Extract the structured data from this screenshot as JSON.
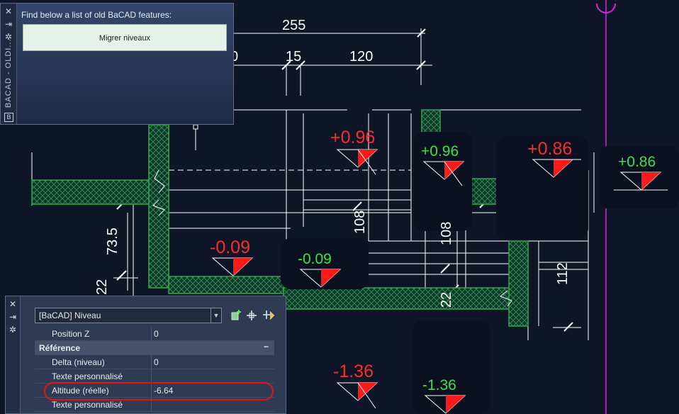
{
  "drawing": {
    "dims": [
      "255",
      "0",
      "15",
      "120",
      "73.5",
      "108",
      "108",
      "22",
      "22",
      "112"
    ],
    "levels_red": [
      "+0.96",
      "+0.86",
      "-0.09",
      "-1.36"
    ],
    "levels_green": [
      "+0.96",
      "+0.86",
      "-0.09",
      "-1.36"
    ]
  },
  "old_palette": {
    "title": "BACAD - OLDI...",
    "header": "Find below a list of old BaCAD features:",
    "button_label": "Migrer niveaux"
  },
  "properties": {
    "selected": "[BaCAD] Niveau",
    "rows": [
      {
        "key": "Position Z",
        "value": "0"
      },
      {
        "key": "Référence",
        "category": true,
        "toggle": "−"
      },
      {
        "key": "Delta (niveau)",
        "value": "0"
      },
      {
        "key": "Texte personnalisé",
        "value": ""
      },
      {
        "key": "Altitude (réelle)",
        "value": "-6.64"
      },
      {
        "key": "Texte personnalisé",
        "value": ""
      }
    ]
  },
  "colors": {
    "background": "#0d1526",
    "wall_green": "#2ea84a",
    "level_red": "#ff2a2a",
    "level_green": "#39e24a",
    "magenta": "#e020e0",
    "highlight": "#e01515"
  }
}
